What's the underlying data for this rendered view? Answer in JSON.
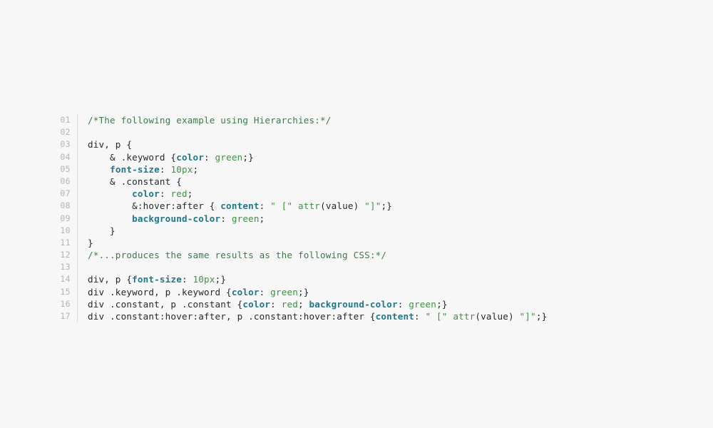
{
  "editor": {
    "language": "css",
    "gutter_divider_color": "#dcdcdc",
    "background_color": "#f7f7f7",
    "line_number_color": "#b4b4b4",
    "default_text_color": "#24292e"
  },
  "palette": {
    "comment": "#3d7a4a",
    "property": "#20778c",
    "value": "#3f9142",
    "string": "#3f9142",
    "function": "#3f9142",
    "plain": "#24292e"
  },
  "line_numbers": [
    "01",
    "02",
    "03",
    "04",
    "05",
    "06",
    "07",
    "08",
    "09",
    "10",
    "11",
    "12",
    "13",
    "14",
    "15",
    "16",
    "17"
  ],
  "lines": [
    {
      "number": "01",
      "text": "/*The following example using Hierarchies:*/",
      "tokens": [
        {
          "t": "/*The following example using Hierarchies:*/",
          "c": "comment"
        }
      ]
    },
    {
      "number": "02",
      "text": "",
      "tokens": []
    },
    {
      "number": "03",
      "text": "div, p {",
      "tokens": [
        {
          "t": "div, p {",
          "c": "plain"
        }
      ]
    },
    {
      "number": "04",
      "text": "    & .keyword {color: green;}",
      "tokens": [
        {
          "t": "    & .keyword {",
          "c": "plain"
        },
        {
          "t": "color",
          "c": "property"
        },
        {
          "t": ": ",
          "c": "plain"
        },
        {
          "t": "green",
          "c": "value"
        },
        {
          "t": ";}",
          "c": "plain"
        }
      ]
    },
    {
      "number": "05",
      "text": "    font-size: 10px;",
      "tokens": [
        {
          "t": "    ",
          "c": "plain"
        },
        {
          "t": "font-size",
          "c": "property"
        },
        {
          "t": ": ",
          "c": "plain"
        },
        {
          "t": "10px",
          "c": "value"
        },
        {
          "t": ";",
          "c": "plain"
        }
      ]
    },
    {
      "number": "06",
      "text": "    & .constant {",
      "tokens": [
        {
          "t": "    & .constant {",
          "c": "plain"
        }
      ]
    },
    {
      "number": "07",
      "text": "        color: red;",
      "tokens": [
        {
          "t": "        ",
          "c": "plain"
        },
        {
          "t": "color",
          "c": "property"
        },
        {
          "t": ": ",
          "c": "plain"
        },
        {
          "t": "red",
          "c": "value"
        },
        {
          "t": ";",
          "c": "plain"
        }
      ]
    },
    {
      "number": "08",
      "text": "        &:hover:after { content: \" [\" attr(value) \"]\";}",
      "tokens": [
        {
          "t": "        &:hover:after { ",
          "c": "plain"
        },
        {
          "t": "content",
          "c": "property"
        },
        {
          "t": ": ",
          "c": "plain"
        },
        {
          "t": "\" [\"",
          "c": "string"
        },
        {
          "t": " ",
          "c": "plain"
        },
        {
          "t": "attr",
          "c": "function"
        },
        {
          "t": "(value) ",
          "c": "plain"
        },
        {
          "t": "\"]\"",
          "c": "string"
        },
        {
          "t": ";}",
          "c": "plain"
        }
      ]
    },
    {
      "number": "09",
      "text": "        background-color: green;",
      "tokens": [
        {
          "t": "        ",
          "c": "plain"
        },
        {
          "t": "background-color",
          "c": "property"
        },
        {
          "t": ": ",
          "c": "plain"
        },
        {
          "t": "green",
          "c": "value"
        },
        {
          "t": ";",
          "c": "plain"
        }
      ]
    },
    {
      "number": "10",
      "text": "    }",
      "tokens": [
        {
          "t": "    }",
          "c": "plain"
        }
      ]
    },
    {
      "number": "11",
      "text": "}",
      "tokens": [
        {
          "t": "}",
          "c": "plain"
        }
      ]
    },
    {
      "number": "12",
      "text": "/*...produces the same results as the following CSS:*/",
      "tokens": [
        {
          "t": "/*...produces the same results as the following CSS:*/",
          "c": "comment"
        }
      ]
    },
    {
      "number": "13",
      "text": "",
      "tokens": []
    },
    {
      "number": "14",
      "text": "div, p {font-size: 10px;}",
      "tokens": [
        {
          "t": "div, p {",
          "c": "plain"
        },
        {
          "t": "font-size",
          "c": "property"
        },
        {
          "t": ": ",
          "c": "plain"
        },
        {
          "t": "10px",
          "c": "value"
        },
        {
          "t": ";}",
          "c": "plain"
        }
      ]
    },
    {
      "number": "15",
      "text": "div .keyword, p .keyword {color: green;}",
      "tokens": [
        {
          "t": "div .keyword, p .keyword {",
          "c": "plain"
        },
        {
          "t": "color",
          "c": "property"
        },
        {
          "t": ": ",
          "c": "plain"
        },
        {
          "t": "green",
          "c": "value"
        },
        {
          "t": ";}",
          "c": "plain"
        }
      ]
    },
    {
      "number": "16",
      "text": "div .constant, p .constant {color: red; background-color: green;}",
      "tokens": [
        {
          "t": "div .constant, p .constant {",
          "c": "plain"
        },
        {
          "t": "color",
          "c": "property"
        },
        {
          "t": ": ",
          "c": "plain"
        },
        {
          "t": "red",
          "c": "value"
        },
        {
          "t": "; ",
          "c": "plain"
        },
        {
          "t": "background-color",
          "c": "property"
        },
        {
          "t": ": ",
          "c": "plain"
        },
        {
          "t": "green",
          "c": "value"
        },
        {
          "t": ";}",
          "c": "plain"
        }
      ]
    },
    {
      "number": "17",
      "text": "div .constant:hover:after, p .constant:hover:after {content: \" [\" attr(value) \"]\";}",
      "tokens": [
        {
          "t": "div .constant:hover:after, p .constant:hover:after {",
          "c": "plain"
        },
        {
          "t": "content",
          "c": "property"
        },
        {
          "t": ": ",
          "c": "plain"
        },
        {
          "t": "\" [\"",
          "c": "string"
        },
        {
          "t": " ",
          "c": "plain"
        },
        {
          "t": "attr",
          "c": "function"
        },
        {
          "t": "(value) ",
          "c": "plain"
        },
        {
          "t": "\"]\"",
          "c": "string"
        },
        {
          "t": ";}",
          "c": "plain"
        }
      ]
    }
  ]
}
